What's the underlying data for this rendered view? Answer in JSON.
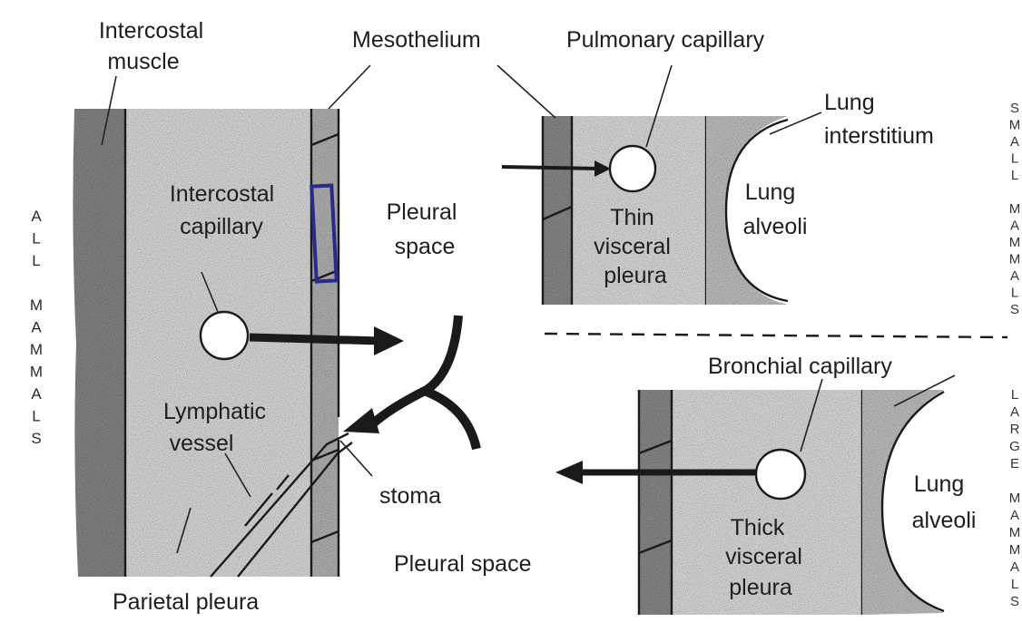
{
  "labels": {
    "intercostal_muscle": [
      "Intercostal",
      "muscle"
    ],
    "mesothelium": "Mesothelium",
    "pulmonary_capillary": "Pulmonary capillary",
    "lung_interstitium": [
      "Lung",
      "interstitium"
    ],
    "intercostal_capillary": [
      "Intercostal",
      "capillary"
    ],
    "pleural_space_top": [
      "Pleural",
      "space"
    ],
    "thin_visceral_pleura": [
      "Thin",
      "visceral",
      "pleura"
    ],
    "lung_alveoli_top": [
      "Lung",
      "alveoli"
    ],
    "bronchial_capillary": "Bronchial capillary",
    "lymphatic_vessel": [
      "Lymphatic",
      "vessel"
    ],
    "stoma": "stoma",
    "lung_alveoli_bottom": [
      "Lung",
      "alveoli"
    ],
    "thick_visceral_pleura": [
      "Thick",
      "visceral",
      "pleura"
    ],
    "pleural_space_bottom": "Pleural space",
    "parietal_pleura": "Parietal pleura"
  },
  "side_labels": {
    "all_mammals": [
      "A",
      "L",
      "L",
      "",
      "M",
      "A",
      "M",
      "M",
      "A",
      "L",
      "S"
    ],
    "small_mammals": [
      "S",
      "M",
      "A",
      "L",
      "L",
      "",
      "M",
      "A",
      "M",
      "M",
      "A",
      "L",
      "S"
    ],
    "large_mammals": [
      "L",
      "A",
      "R",
      "G",
      "E",
      "",
      "M",
      "A",
      "M",
      "M",
      "A",
      "L",
      "S"
    ]
  },
  "colors": {
    "tissue": "#bdbdbd",
    "muscle": "#7d7d7d",
    "line": "#1b1b1b",
    "mesothelium_highlight": "#2a2a8a"
  }
}
